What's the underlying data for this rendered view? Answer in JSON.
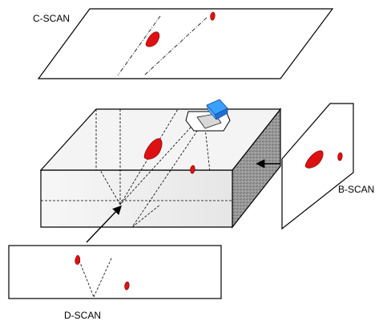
{
  "labels": {
    "c_scan": "C-SCAN",
    "b_scan": "B-SCAN",
    "d_scan": "D-SCAN"
  },
  "colors": {
    "defect": "#dd1111",
    "defect_outline": "#7a0000",
    "transducer": "#3aa0ff",
    "block_top": "#f4f4f4",
    "block_front": "#ececec",
    "block_side": "#8e8e8e"
  },
  "icons": {
    "transducer": "ultrasonic-probe-icon"
  }
}
